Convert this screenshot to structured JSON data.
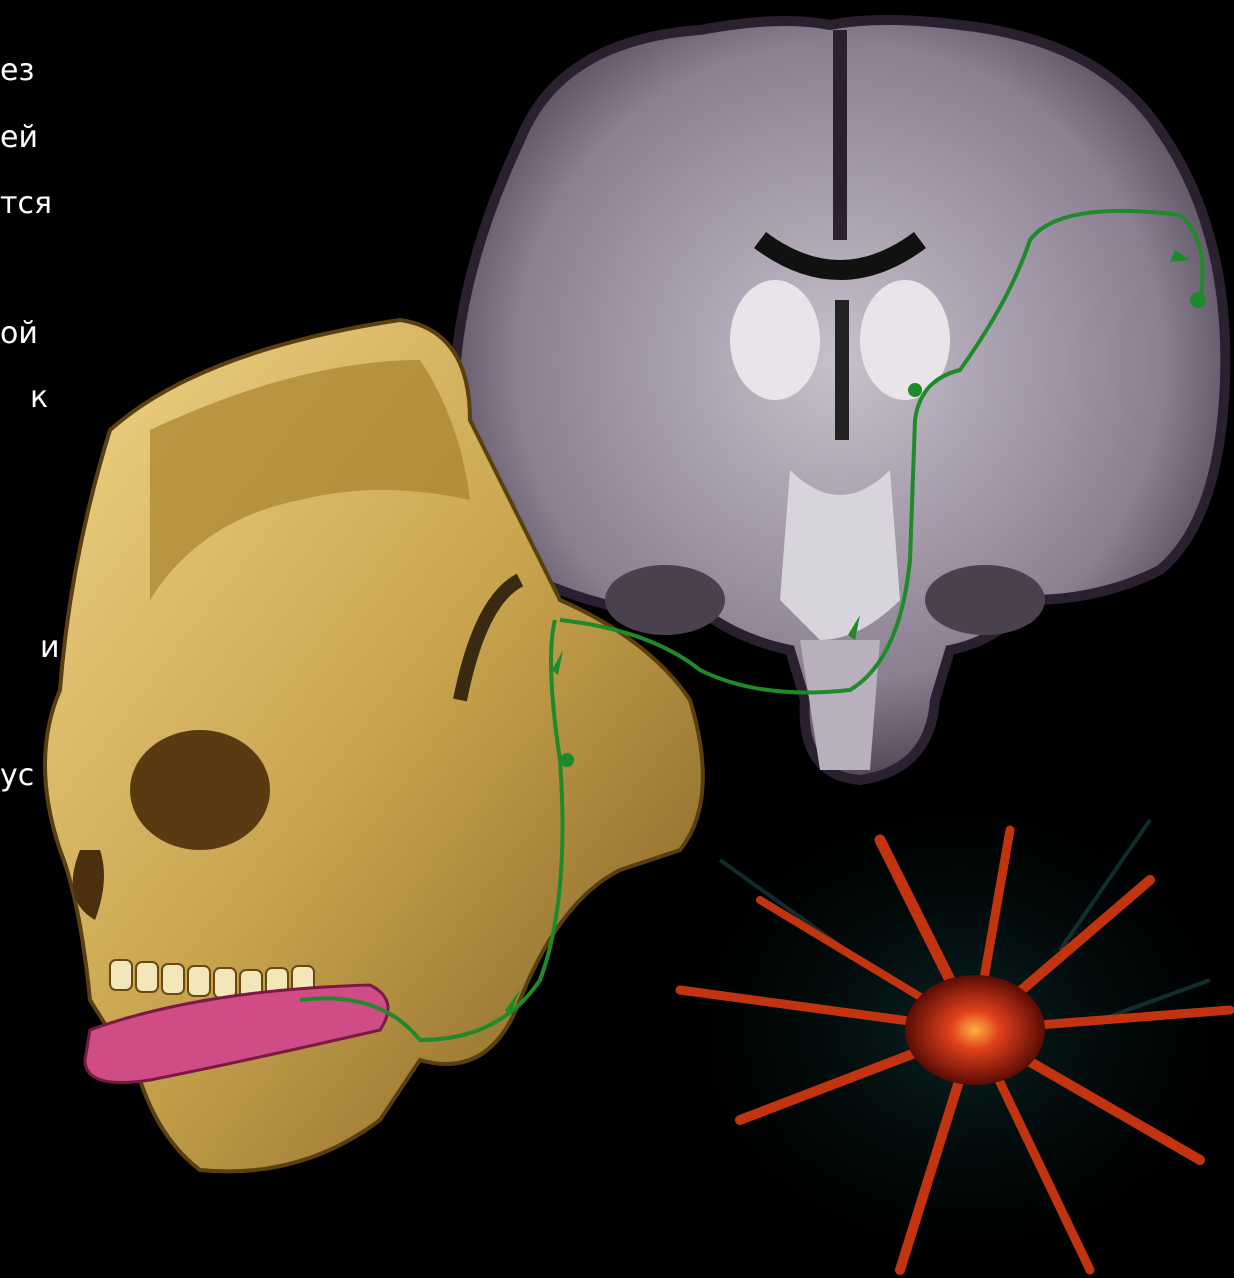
{
  "colors": {
    "background": "#000000",
    "text": "#ffffff",
    "pathway": "#1e8a2a",
    "brain": "#8a8092",
    "skull": "#c9a44e",
    "tongue": "#d04c86",
    "neuron": "#e0401c"
  },
  "slide_text_fragments": [
    "ез",
    "ей",
    "тся",
    "ой",
    "к",
    "и",
    "ус"
  ]
}
